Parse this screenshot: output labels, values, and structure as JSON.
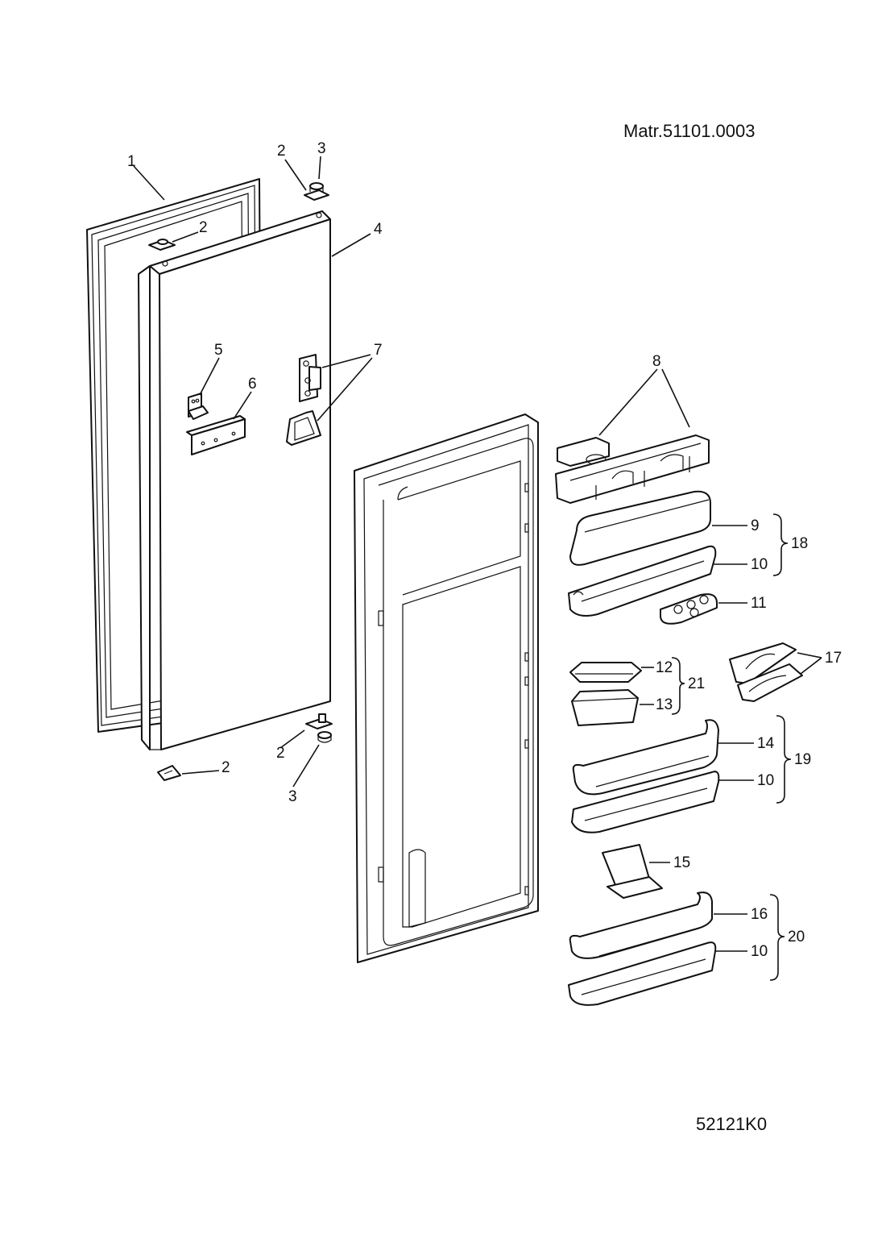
{
  "material_code": "Matr.51101.0003",
  "drawing_code": "52121K0",
  "callouts": {
    "c1": "1",
    "c2a": "2",
    "c3a": "3",
    "c2b": "2",
    "c4": "4",
    "c5": "5",
    "c6": "6",
    "c7": "7",
    "c2c": "2",
    "c3b": "3",
    "c2d": "2",
    "c8": "8",
    "c9": "9",
    "c10a": "10",
    "c18": "18",
    "c11": "11",
    "c12": "12",
    "c13": "13",
    "c21": "21",
    "c17": "17",
    "c14": "14",
    "c10b": "10",
    "c19": "19",
    "c15": "15",
    "c16": "16",
    "c10c": "10",
    "c20": "20"
  }
}
